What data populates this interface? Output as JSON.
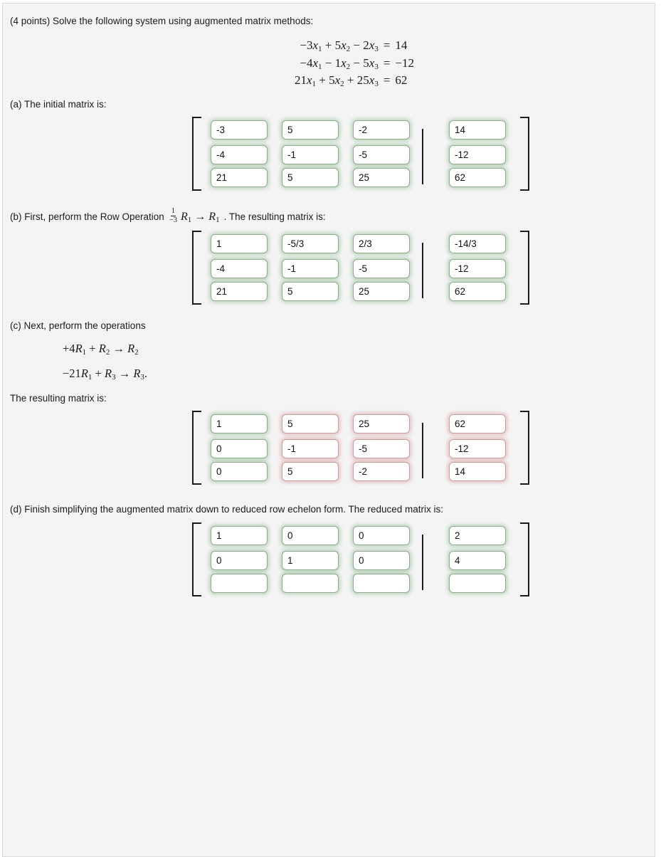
{
  "panel": {
    "problem_header": "(4 points) Solve the following system using augmented matrix methods:",
    "equals_sign": "=",
    "equations": [
      {
        "lhs": "−3x_1 + 5x_2 − 2x_3",
        "rhs": "14"
      },
      {
        "lhs": "−4x_1 − 1x_2 − 5x_3",
        "rhs": "−12"
      },
      {
        "lhs": "21x_1 + 5x_2 + 25x_3",
        "rhs": "62"
      }
    ],
    "part_a": {
      "label": "(a) The initial matrix is:"
    },
    "part_b": {
      "prefix": "(b) First, perform the Row Operation",
      "fraction": {
        "numerator": "1",
        "denominator": "−3"
      },
      "operation": "R_1 → R_1",
      "suffix": ". The resulting matrix is:"
    },
    "part_c": {
      "label": "(c) Next, perform the operations",
      "operations": [
        "+4R_1 + R_2 → R_2",
        "−21R_1 + R_3 → R_3."
      ],
      "result_label": "The resulting matrix is:"
    },
    "part_d": {
      "label": "(d) Finish simplifying the augmented matrix down to reduced row echelon form. The reduced matrix is:"
    }
  },
  "colors": {
    "correct_border": "#8faa8f",
    "correct_glow": "rgba(158,196,158,0.60)",
    "incorrect_border": "#c9a0a0",
    "incorrect_glow": "rgba(221,163,163,0.55)"
  },
  "matrices": [
    {
      "part": "a",
      "rows": [
        [
          "-3",
          "5",
          "-2",
          "14"
        ],
        [
          "-4",
          "-1",
          "-5",
          "-12"
        ],
        [
          "21",
          "5",
          "25",
          "62"
        ]
      ],
      "status": [
        [
          "correct",
          "correct",
          "correct",
          "correct"
        ],
        [
          "correct",
          "correct",
          "correct",
          "correct"
        ],
        [
          "correct",
          "correct",
          "correct",
          "correct"
        ]
      ]
    },
    {
      "part": "b",
      "rows": [
        [
          "1",
          "-5/3",
          "2/3",
          "-14/3"
        ],
        [
          "-4",
          "-1",
          "-5",
          "-12"
        ],
        [
          "21",
          "5",
          "25",
          "62"
        ]
      ],
      "status": [
        [
          "correct",
          "correct",
          "correct",
          "correct"
        ],
        [
          "correct",
          "correct",
          "correct",
          "correct"
        ],
        [
          "correct",
          "correct",
          "correct",
          "correct"
        ]
      ]
    },
    {
      "part": "c",
      "rows": [
        [
          "1",
          "5",
          "25",
          "62"
        ],
        [
          "0",
          "-1",
          "-5",
          "-12"
        ],
        [
          "0",
          "5",
          "-2",
          "14"
        ]
      ],
      "status": [
        [
          "correct",
          "incorrect",
          "incorrect",
          "incorrect"
        ],
        [
          "correct",
          "incorrect",
          "incorrect",
          "incorrect"
        ],
        [
          "correct",
          "incorrect",
          "incorrect",
          "incorrect"
        ]
      ]
    },
    {
      "part": "d",
      "rows": [
        [
          "1",
          "0",
          "0",
          "2"
        ],
        [
          "0",
          "1",
          "0",
          "4"
        ],
        [
          "",
          "",
          "",
          ""
        ]
      ],
      "status": [
        [
          "correct",
          "correct",
          "correct",
          "correct"
        ],
        [
          "correct",
          "correct",
          "correct",
          "correct"
        ],
        [
          "correct",
          "correct",
          "correct",
          "correct"
        ]
      ]
    }
  ]
}
